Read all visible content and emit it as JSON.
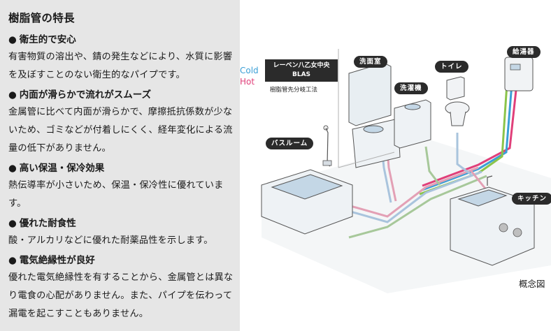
{
  "heading": "樹脂管の特長",
  "features": [
    {
      "title": "衛生的で安心",
      "body": "有害物質の溶出や、錆の発生などにより、水質に影響を及ぼすことのない衛生的なパイプです。"
    },
    {
      "title": "内面が滑らかで流れがスムーズ",
      "body": "金属管に比べて内面が滑らかで、摩擦抵抗係数が少ないため、ゴミなどが付着しにくく、経年変化による流量の低下がありません。"
    },
    {
      "title": "高い保温・保冷効果",
      "body": "熱伝導率が小さいため、保温・保冷性に優れています。"
    },
    {
      "title": "優れた耐食性",
      "body": "酸・アルカリなどに優れた耐薬品性を示します。"
    },
    {
      "title": "電気絶縁性が良好",
      "body": "優れた電気絶縁性を有することから、金属管とは異なり電食の心配がありません。また、パイプを伝わって漏電を起こすこともありません。"
    }
  ],
  "diagram": {
    "blas_title": "レーベン八乙女中央",
    "blas_name": "BLAS",
    "blas_sub": "樹脂管先分岐工法",
    "labels": {
      "washroom": "洗面室",
      "toilet": "トイレ",
      "heater": "給湯器",
      "washer": "洗濯機",
      "bath": "バスルーム",
      "kitchen": "キッチン"
    },
    "cold": "Cold",
    "hot": "Hot",
    "caption": "概念図"
  },
  "colors": {
    "panel_bg": "#e6e6e6",
    "cold": "#3a9fd6",
    "hot": "#e0407a",
    "label_bg": "#2b2b2b"
  }
}
